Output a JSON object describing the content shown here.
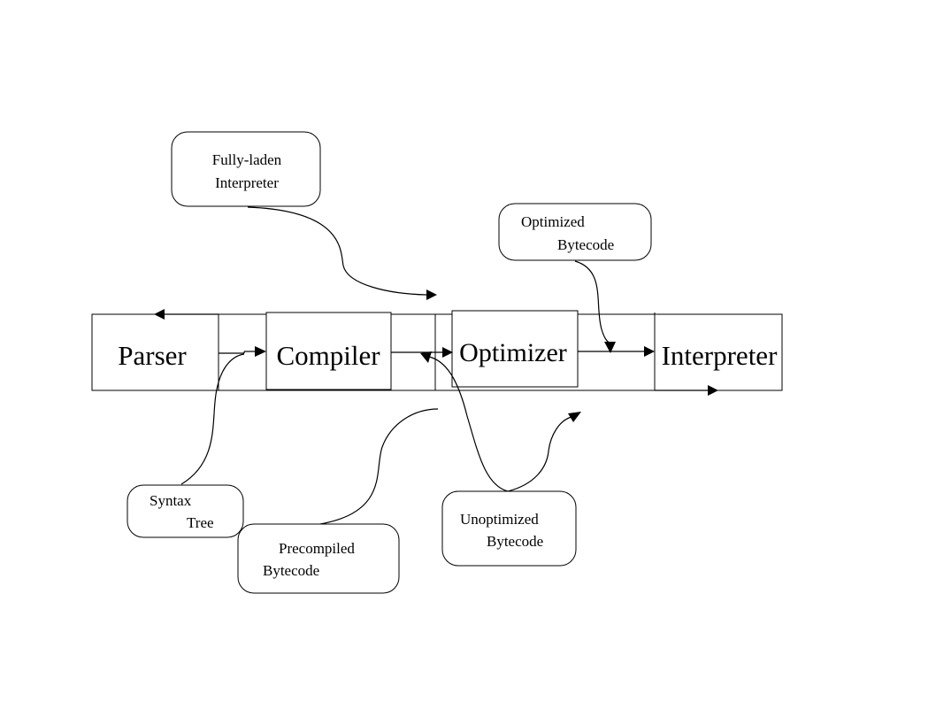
{
  "stages": {
    "parser": "Parser",
    "compiler": "Compiler",
    "optimizer": "Optimizer",
    "interpreter": "Interpreter"
  },
  "callouts": {
    "fully_laden_interpreter": [
      "Fully-laden",
      "Interpreter"
    ],
    "optimized_bytecode": [
      "Optimized",
      "Bytecode"
    ],
    "syntax_tree": [
      "Syntax",
      "Tree"
    ],
    "precompiled_bytecode": [
      "Precompiled",
      "Bytecode"
    ],
    "unoptimized_bytecode": [
      "Unoptimized",
      "Bytecode"
    ]
  }
}
